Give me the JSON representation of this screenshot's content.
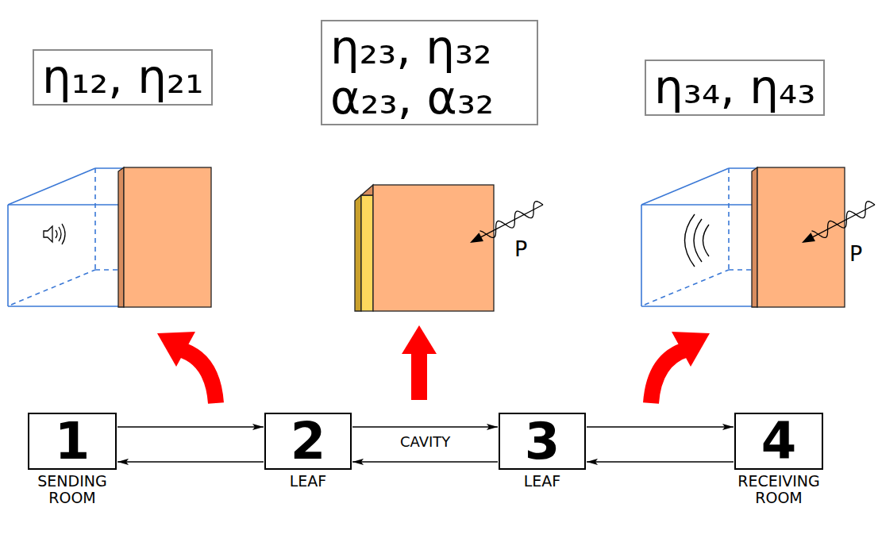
{
  "diagram": {
    "nodes": [
      {
        "text": [
          "η₁₂, η₂₁"
        ]
      },
      {
        "text": [
          "η₂₃, η₃₂ α₂₃, α₃₂"
        ]
      },
      {
        "text": [
          "η₃₄, η₄₃"
        ]
      },
      {
        "text": [
          "1",
          "SENDING ROOM"
        ]
      },
      {
        "text": [
          "2",
          "LEAF"
        ]
      },
      {
        "text": [
          "3",
          "LEAF"
        ]
      },
      {
        "text": [
          "4",
          "RECEIVING ROOM"
        ]
      }
    ],
    "edges": [
      {
        "from": 3,
        "to": 4,
        "arrow": "to"
      },
      {
        "from": 4,
        "to": 3,
        "arrow": "to"
      },
      {
        "from": 4,
        "to": 5,
        "label": "CAVITY",
        "arrow": "to"
      },
      {
        "from": 5,
        "to": 4,
        "arrow": "to"
      },
      {
        "from": 5,
        "to": 6,
        "arrow": "to"
      },
      {
        "from": 6,
        "to": 5,
        "arrow": "to"
      }
    ],
    "labels": [
      "P",
      "P"
    ]
  }
}
